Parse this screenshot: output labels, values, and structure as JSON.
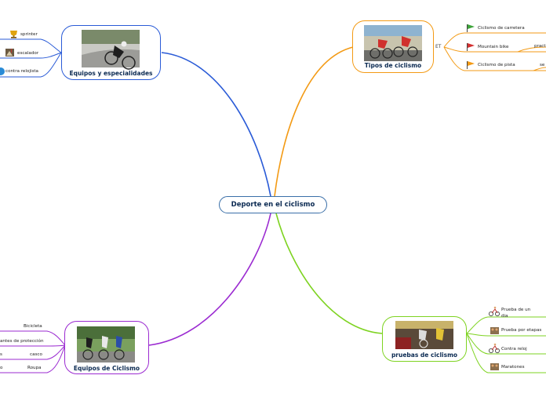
{
  "central": {
    "label": "Deporte en el ciclismo"
  },
  "branches": {
    "equipos_especialidades": {
      "title": "Equipos y especialidades",
      "leaves": [
        "sprinter",
        "escalador",
        "contra relojista"
      ],
      "color": "#2a5bd7"
    },
    "tipos": {
      "title": "Tipos de ciclismo",
      "connector": "ET",
      "leaves": [
        "Ciclismo de carretera",
        "Mountain bike",
        "Ciclismo de pista"
      ],
      "leaf_notes": [
        "practi",
        "se"
      ],
      "color": "#f39a14"
    },
    "equipos_ciclismo": {
      "title": "Equipos de Ciclismo",
      "leaves_right": [
        "Bicicleta",
        "antes de protección",
        "casco",
        "Roupa"
      ],
      "leaves_left": [
        "s",
        "o"
      ],
      "color": "#9b2bd1"
    },
    "pruebas": {
      "title": "pruebas de ciclismo",
      "leaves": [
        "Prueba de un dia",
        "Prueba por etapas",
        "Contra reloj",
        "Maratones"
      ],
      "color": "#7ed321"
    }
  },
  "icons": {
    "sprinter": "trophy-icon",
    "escalador": "mountain-flag-icon",
    "contra_relojista": "clock-icon",
    "tipos_flags": [
      "green-flag-icon",
      "red-flag-icon",
      "orange-flag-icon"
    ],
    "pruebas": [
      "cyclist-icon",
      "cyclist-group-icon",
      "cyclist-icon",
      "cyclist-group-icon"
    ]
  }
}
